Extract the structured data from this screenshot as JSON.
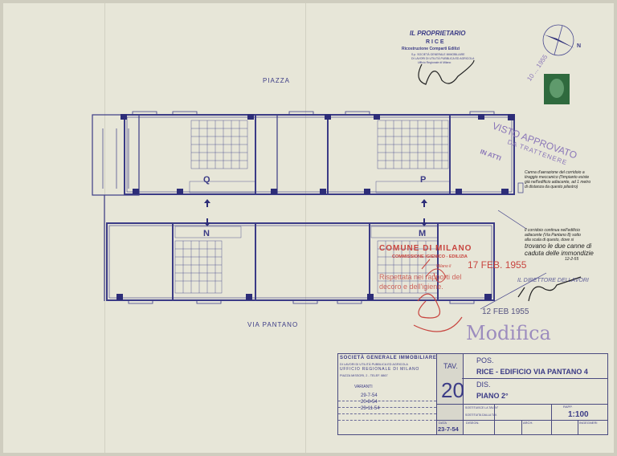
{
  "drawing": {
    "street_top": "PIAZZA",
    "street_bottom": "VIA PANTANO",
    "unit_labels": [
      "Q",
      "P",
      "N",
      "M"
    ],
    "compass_label": "N"
  },
  "owner_stamp": {
    "heading": "IL PROPRIETARIO",
    "name": "R I C E",
    "line1": "Ricostruzione Comparti Edilizi",
    "line2": "S.p. SOCIETÀ GENERALE IMMOBILIARE",
    "line3": "DI LAVORI DI UTILITÀ PUBBLICA ED AGRICOLA",
    "line4": "Ufficio Regionale di Milano"
  },
  "stamps": {
    "visto": "VISTO APPROVATO",
    "trattenere": "DA TRATTENERE",
    "atti": "IN ATTI",
    "stamp_date_top": "10 ... 1955",
    "comune": "COMUNE DI MILANO",
    "commissione": "COMMISSIONE IGIENICO - EDILIZIA",
    "milano_il": "Milano li",
    "comune_date": "17 FEB. 1955",
    "approved_line1": "Rispettata nei rapporti del",
    "approved_line2": "decoro e dell'igiene.",
    "direttore": "IL DIRETTORE DEI LAVORI",
    "date_stamp": "12 FEB 1955",
    "modifica": "Modifica"
  },
  "notes": {
    "note1": [
      "Canna d'aerazione del corridoio a",
      "tiraggio meccanico (l'impianto esiste",
      "già nell'edificio adiacente, ad 1 metro",
      "di distanza da questo pilastro)"
    ],
    "note2": [
      "Il corridoio continua nell'edificio",
      "adiacente (Via Pantano 8) sotto",
      "alla scala di questo, dove si",
      "trovano le due canne di",
      "caduta delle immondizie",
      "12-2-55"
    ]
  },
  "title_block": {
    "company": "SOCIETÀ GENERALE IMMOBILIARE",
    "company_sub1": "DI LAVORI DI UTILITÀ PUBBLICA ED AGRICOLA",
    "company_sub2": "UFFICIO REGIONALE DI MILANO",
    "company_sub3": "PIAZZA MISSORI, 2 - TELEF. 8867",
    "varianti_label": "VARIANTI",
    "varianti": [
      "29-7-54",
      "20-8-54",
      "23-11-54"
    ],
    "tav_label": "TAV.",
    "tav_number": "20",
    "pos_label": "POS.",
    "pos_value": "RICE - EDIFICIO VIA PANTANO 4",
    "dis_label": "DIS.",
    "dis_value": "PIANO 2°",
    "sostituisce": "SOSTITUISCE LA TAV. N°",
    "sostituita": "SOSTITUITA DALLA TAV.",
    "rapp_label": "RAPP.",
    "scale": "1:100",
    "data_label": "DATA",
    "data_value": "23-7-54",
    "disegn_label": "DISEGN.",
    "arch_label": "ARCH.",
    "ingegneri_label": "INGEGNERI"
  },
  "colors": {
    "ink": "#3b3b86",
    "violet_stamp": "#8a76b8",
    "red_stamp": "#c8453f",
    "paper": "#e7e6d8"
  }
}
